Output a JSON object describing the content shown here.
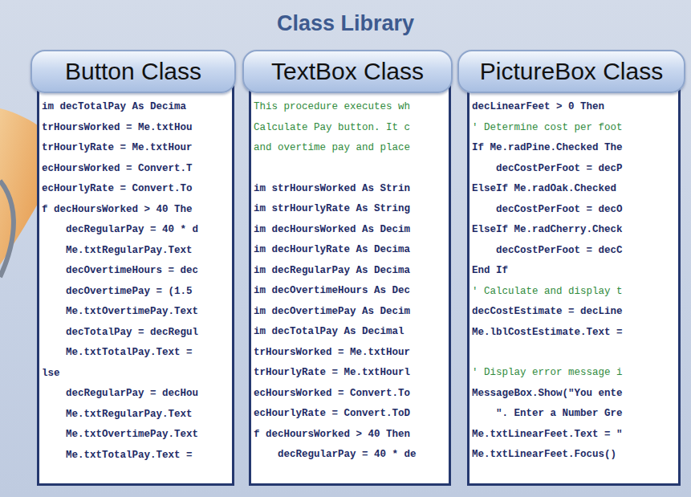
{
  "diagram": {
    "title": "Class Library",
    "nodes": [
      {
        "text": [
          "Button Class",
          "im decTotalPay As Decima",
          "trHoursWorked = Me.txtHou",
          "trHourlyRate = Me.txtHour",
          "ecHoursWorked = Convert.T",
          "ecHourlyRate = Convert.To",
          "f decHoursWorked > 40 The",
          "decRegularPay = 40 * d",
          "Me.txtRegularPay.Text",
          "decOvertimeHours = dec",
          "decOvertimePay = (1.5",
          "Me.txtOvertimePay.Text",
          "decTotalPay = decRegul",
          "Me.txtTotalPay.Text =",
          "lse",
          "decRegularPay = decHou",
          "Me.txtRegularPay.Text",
          "Me.txtOvertimePay.Text",
          "Me.txtTotalPay.Text ="
        ]
      },
      {
        "text": [
          "TextBox Class",
          "This procedure executes wh",
          "Calculate Pay button. It c",
          "and overtime pay and place",
          "im strHoursWorked As Strin",
          "im strHourlyRate As String",
          "im decHoursWorked As Decim",
          "im decHourlyRate As Decima",
          "im decRegularPay As Decima",
          "im decOvertimeHours As Dec",
          "im decOvertimePay As Decim",
          "im decTotalPay As Decimal",
          "trHoursWorked = Me.txtHour",
          "trHourlyRate = Me.txtHourl",
          "ecHoursWorked = Convert.To",
          "ecHourlyRate = Convert.ToD",
          "f decHoursWorked > 40 Then",
          "decRegularPay = 40 * de"
        ]
      },
      {
        "text": [
          "PictureBox Class",
          "decLinearFeet > 0 Then",
          "' Determine cost per foot",
          "If Me.radPine.Checked The",
          "decCostPerFoot = decP",
          "ElseIf Me.radOak.Checked",
          "decCostPerFoot = decO",
          "ElseIf Me.radCherry.Check",
          "decCostPerFoot = decC",
          "End If",
          "' Calculate and display t",
          "decCostEstimate = decLine",
          "Me.lblCostEstimate.Text =",
          "' Display error message i",
          "MessageBox.Show(\"You ente",
          "\". Enter a Number Gre",
          "Me.txtLinearFeet.Text = \"",
          "Me.txtLinearFeet.Focus()"
        ]
      }
    ]
  }
}
